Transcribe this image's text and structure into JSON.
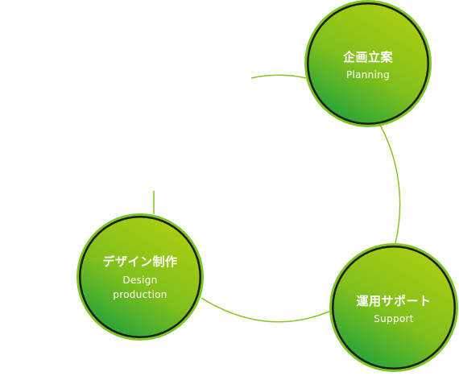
{
  "diagram": {
    "colors": {
      "arc": "#8dc21f",
      "ring_outer": "#7cc622",
      "ring_inner": "#1c1c1c",
      "fill_light": "#a3cc14",
      "fill_dark": "#2aa536",
      "text": "#ffffff"
    },
    "nodes": [
      {
        "id": "planning",
        "title_ja": "企画立案",
        "title_en": "Planning"
      },
      {
        "id": "support",
        "title_ja": "運用サポート",
        "title_en": "Support"
      },
      {
        "id": "design",
        "title_ja": "デザイン制作",
        "title_en": "Design production"
      }
    ]
  }
}
